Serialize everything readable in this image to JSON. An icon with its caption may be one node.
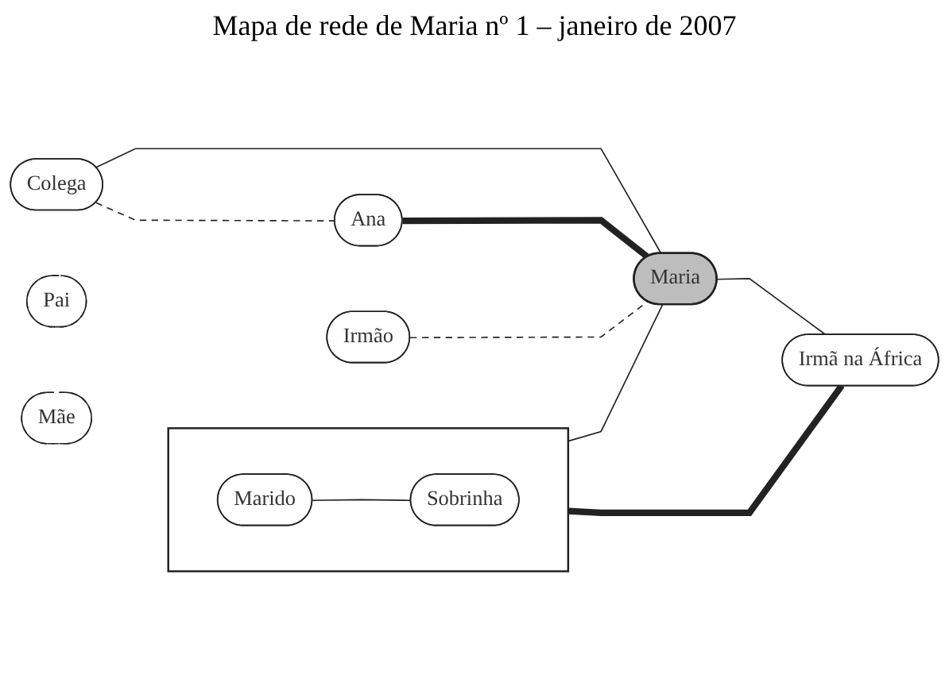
{
  "diagram": {
    "title": "Mapa de rede de Maria nº 1 – janeiro de 2007",
    "nodes": [
      {
        "text": [
          "Ana"
        ]
      },
      {
        "text": [
          "Colega"
        ]
      },
      {
        "text": [
          "Maria"
        ]
      },
      {
        "text": [
          "Irmão"
        ]
      },
      {
        "text": [],
        "shape": "ellipse"
      },
      {
        "text": [
          "Marido"
        ],
        "in": 4
      },
      {
        "text": [
          "Sobrinha"
        ],
        "in": 4
      },
      {
        "text": [
          "Irmã na África"
        ]
      },
      {
        "text": [
          "Pai"
        ]
      },
      {
        "text": [
          "Mãe"
        ]
      }
    ],
    "edges": [
      {
        "from": 1,
        "to": 0,
        "arrow": "none",
        "style": "dashed"
      },
      {
        "from": 1,
        "to": 2,
        "arrow": "none"
      },
      {
        "from": 0,
        "to": 2,
        "arrow": "none",
        "style": "thick"
      },
      {
        "from": 3,
        "to": 2,
        "arrow": "none",
        "style": "dashed"
      },
      {
        "from": 4,
        "to": 2,
        "arrow": "none"
      },
      {
        "from": 5,
        "to": 6,
        "arrow": "none"
      },
      {
        "from": 4,
        "to": 7,
        "arrow": "none",
        "style": "thick"
      },
      {
        "from": 2,
        "to": 7,
        "arrow": "none"
      }
    ]
  }
}
